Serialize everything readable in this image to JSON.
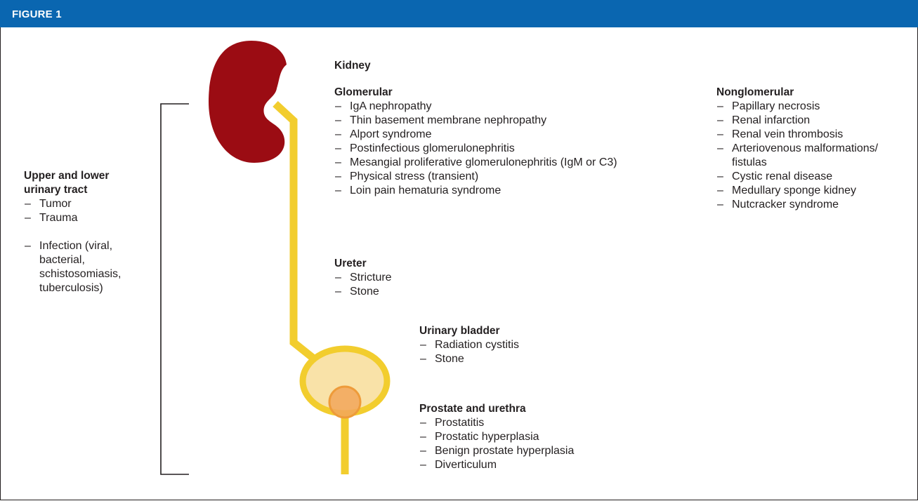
{
  "header": {
    "title": "FIGURE 1"
  },
  "colors": {
    "header_bg": "#0a66b0",
    "kidney": "#9b0c13",
    "tract": "#f2cd2e",
    "bladder_fill": "#f9e2a8",
    "prostate": "#f2a65a"
  },
  "icons": [
    "kidney-icon",
    "ureter-tube",
    "bladder-icon",
    "prostate-icon",
    "urethra-tube",
    "bracket"
  ],
  "kidney": {
    "label": "Kidney"
  },
  "glomerular": {
    "title": "Glomerular",
    "items": [
      "IgA nephropathy",
      "Thin basement membrane nephropathy",
      "Alport syndrome",
      "Postinfectious glomerulonephritis",
      "Mesangial proliferative glomerulonephritis (IgM or C3)",
      "Physical stress (transient)",
      "Loin pain hematuria syndrome"
    ]
  },
  "nonglomerular": {
    "title": "Nonglomerular",
    "items": [
      "Papillary necrosis",
      "Renal infarction",
      "Renal vein thrombosis",
      "Arteriovenous malformations/ fistulas",
      "Cystic renal disease",
      "Medullary sponge kidney",
      "Nutcracker syndrome"
    ]
  },
  "urinary_tract": {
    "title_line1": "Upper and lower",
    "title_line2": "urinary tract",
    "items": [
      "Tumor",
      "Trauma"
    ],
    "infection": "Infection (viral, bacterial, schistosomiasis, tuberculosis)"
  },
  "ureter": {
    "title": "Ureter",
    "items": [
      "Stricture",
      "Stone"
    ]
  },
  "bladder": {
    "title": "Urinary bladder",
    "items": [
      "Radiation cystitis",
      "Stone"
    ]
  },
  "prostate": {
    "title": "Prostate and urethra",
    "items": [
      "Prostatitis",
      "Prostatic hyperplasia",
      "Benign prostate hyperplasia",
      "Diverticulum"
    ]
  }
}
